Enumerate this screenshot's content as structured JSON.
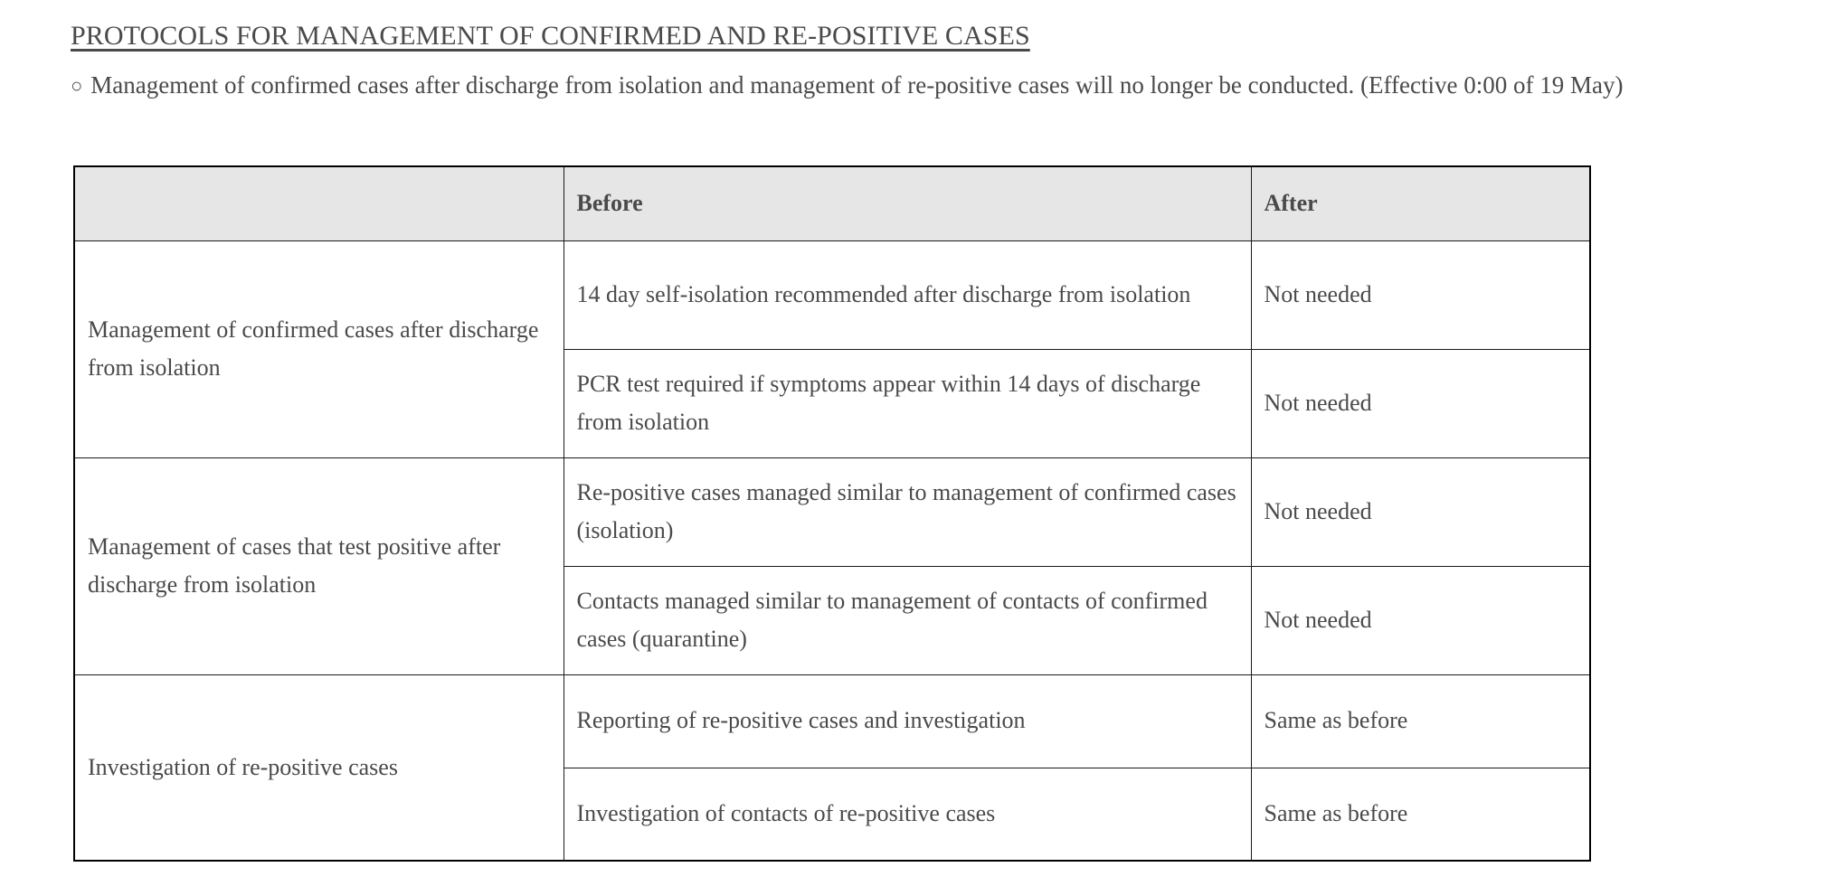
{
  "document": {
    "title": "PROTOCOLS FOR MANAGEMENT OF CONFIRMED AND RE-POSITIVE CASES",
    "bullet_icon": "hollow-circle-bullet",
    "bullet_symbol": "○",
    "notice": "Management of confirmed cases after discharge from isolation and management of re-positive cases will no longer be conducted. (Effective 0:00 of 19 May)",
    "text_color": "#4a4a4a",
    "header_background": "#e6e6e6",
    "border_color": "#1a1a1a"
  },
  "table": {
    "headers": {
      "col1": "",
      "col2": "Before",
      "col3": "After"
    },
    "groups": [
      {
        "label": "Management of confirmed cases after discharge from isolation",
        "rows": [
          {
            "before": "14 day self-isolation recommended after discharge from isolation",
            "after": "Not needed"
          },
          {
            "before": "PCR test required if symptoms appear within 14 days of discharge from isolation",
            "after": "Not needed"
          }
        ]
      },
      {
        "label": "Management of cases that test positive after discharge from isolation",
        "rows": [
          {
            "before": "Re-positive cases managed similar to management of confirmed cases (isolation)",
            "after": "Not needed"
          },
          {
            "before": "Contacts managed similar to management of contacts of confirmed cases (quarantine)",
            "after": "Not needed"
          }
        ]
      },
      {
        "label": "Investigation of re-positive cases",
        "rows": [
          {
            "before": "Reporting of re-positive cases and investigation",
            "after": "Same as before"
          },
          {
            "before": "Investigation of contacts of re-positive cases",
            "after": "Same as before"
          }
        ]
      }
    ]
  }
}
